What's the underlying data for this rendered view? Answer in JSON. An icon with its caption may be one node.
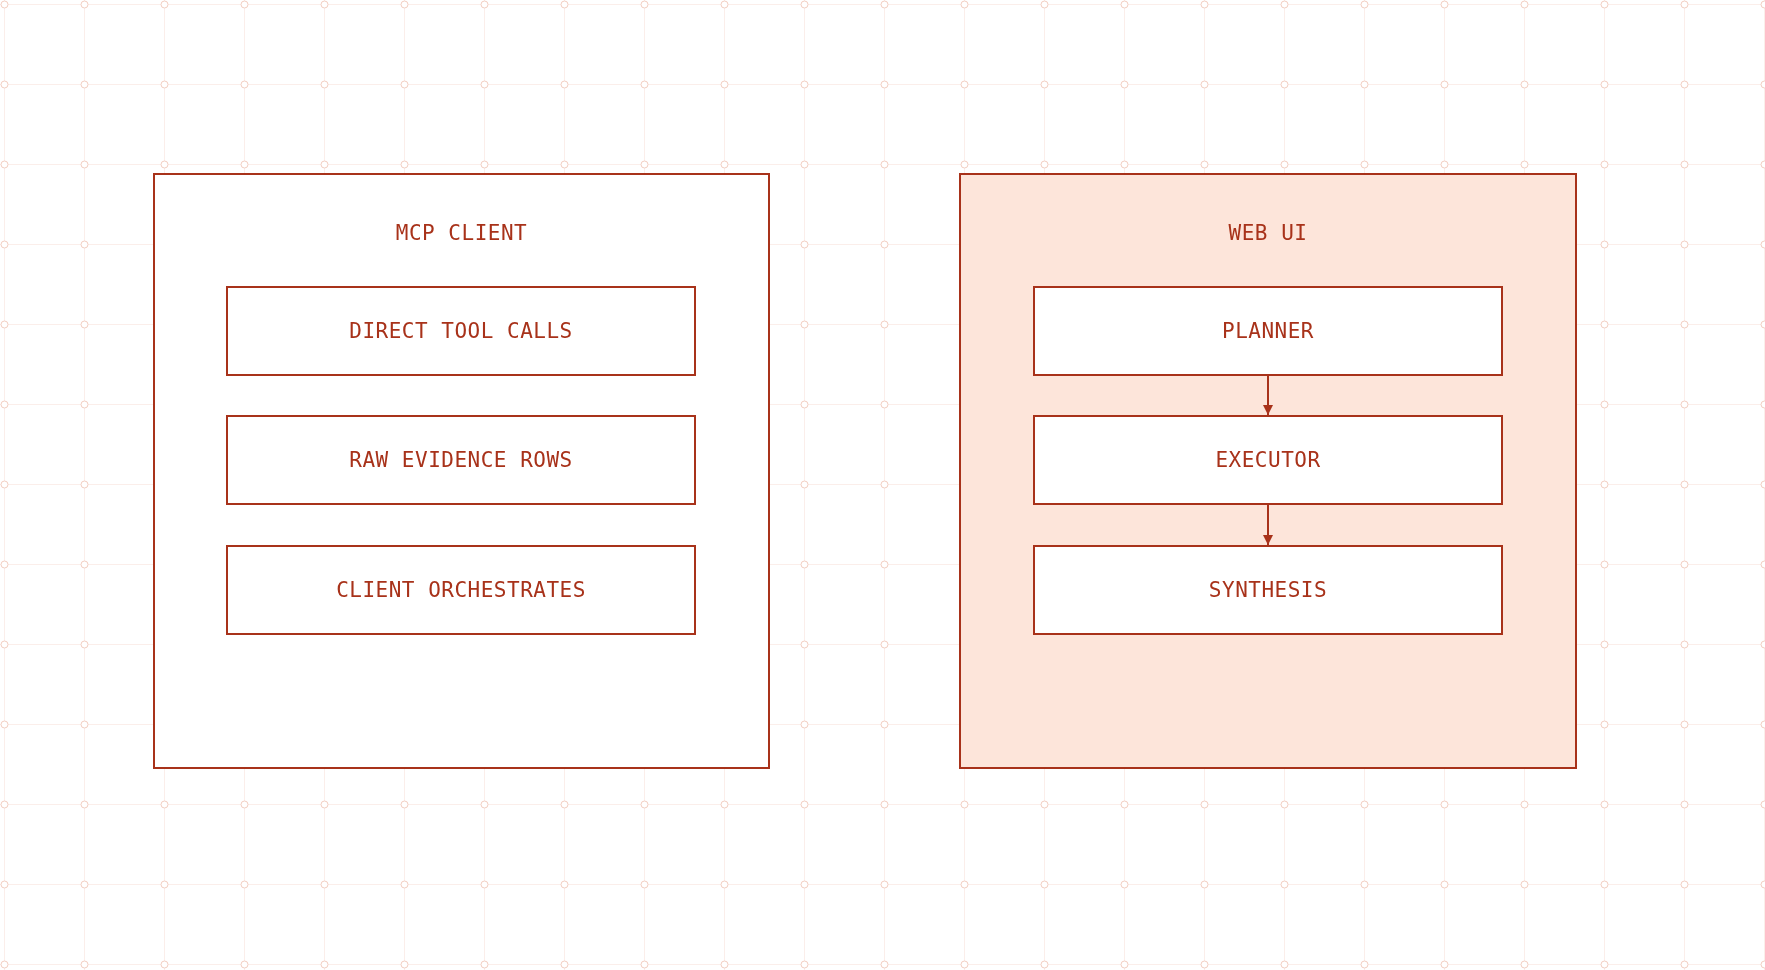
{
  "diagram": {
    "nodes": [
      {
        "text": [
          "MCP CLIENT"
        ]
      },
      {
        "text": [
          "DIRECT TOOL CALLS"
        ],
        "in": 0
      },
      {
        "text": [
          "RAW EVIDENCE ROWS"
        ],
        "in": 0
      },
      {
        "text": [
          "CLIENT ORCHESTRATES"
        ],
        "in": 0
      },
      {
        "text": [
          "WEB UI"
        ]
      },
      {
        "text": [
          "PLANNER"
        ],
        "in": 4
      },
      {
        "text": [
          "EXECUTOR"
        ],
        "in": 4
      },
      {
        "text": [
          "SYNTHESIS"
        ],
        "in": 4
      }
    ],
    "edges": [
      {
        "from": 5,
        "to": 6,
        "arrow": "to"
      },
      {
        "from": 6,
        "to": 7,
        "arrow": "to"
      }
    ]
  }
}
